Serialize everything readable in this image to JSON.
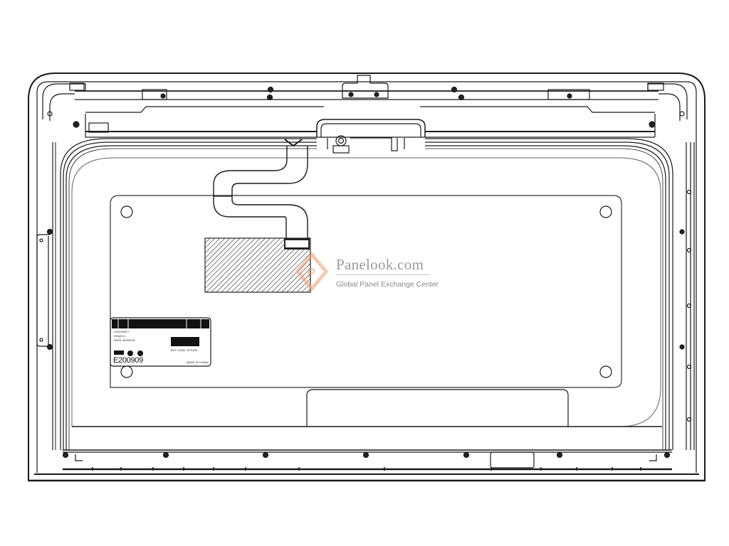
{
  "drawing": {
    "subject": "LCD panel rear view technical drawing",
    "label": {
      "code": "E200909",
      "lines": [
        "LM215WF3",
        "(SD)(D1)",
        "PASS VERSION"
      ],
      "barcode_caption": "BOT CASE: UPSIDE",
      "made_in": "MADE IN CHINA"
    }
  },
  "watermark": {
    "title": "Panelook.com",
    "subtitle": "Global Panel Exchange Center",
    "logo": "panelook-diamond-p-icon",
    "logo_color": "#f0a070"
  },
  "colors": {
    "line": "#1a1a1a",
    "background": "#ffffff",
    "hatch": "#555555"
  }
}
